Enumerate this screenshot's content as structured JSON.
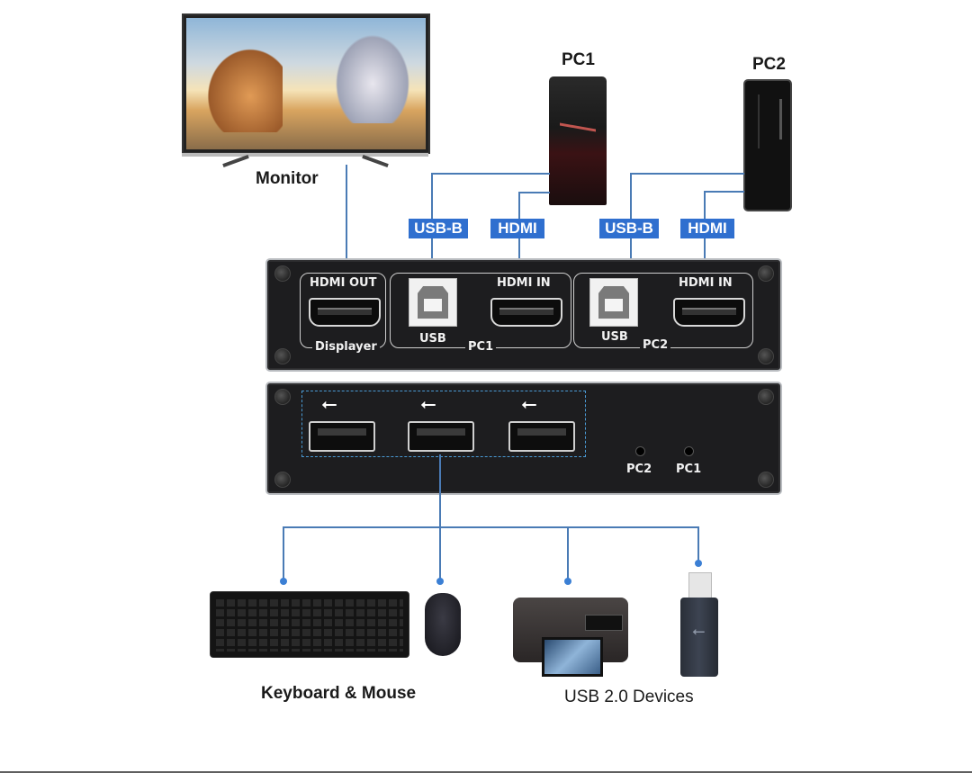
{
  "diagram": {
    "title": "KVM Switch Connection Diagram",
    "nodes": {
      "monitor": {
        "label": "Monitor"
      },
      "pc1": {
        "label": "PC1"
      },
      "pc2": {
        "label": "PC2"
      },
      "keyboard_mouse": {
        "label": "Keyboard & Mouse"
      },
      "usb_devices": {
        "label": "USB 2.0 Devices"
      }
    },
    "cable_tags": {
      "pc1_usb": "USB-B",
      "pc1_hdmi": "HDMI",
      "pc2_usb": "USB-B",
      "pc2_hdmi": "HDMI"
    },
    "rear_panel": {
      "hdmi_out": "HDMI OUT",
      "displayer": "Displayer",
      "pc1_usb": "USB",
      "pc1_hdmi_in": "HDMI IN",
      "pc1_group": "PC1",
      "pc2_usb": "USB",
      "pc2_hdmi_in": "HDMI IN",
      "pc2_group": "PC2"
    },
    "front_panel": {
      "usb_symbol": "⭠",
      "led_pc2": "PC2",
      "led_pc1": "PC1"
    },
    "colors": {
      "tag_bg": "#2f6fcf",
      "line": "#4a7bb5",
      "panel": "#1d1d1f"
    }
  }
}
